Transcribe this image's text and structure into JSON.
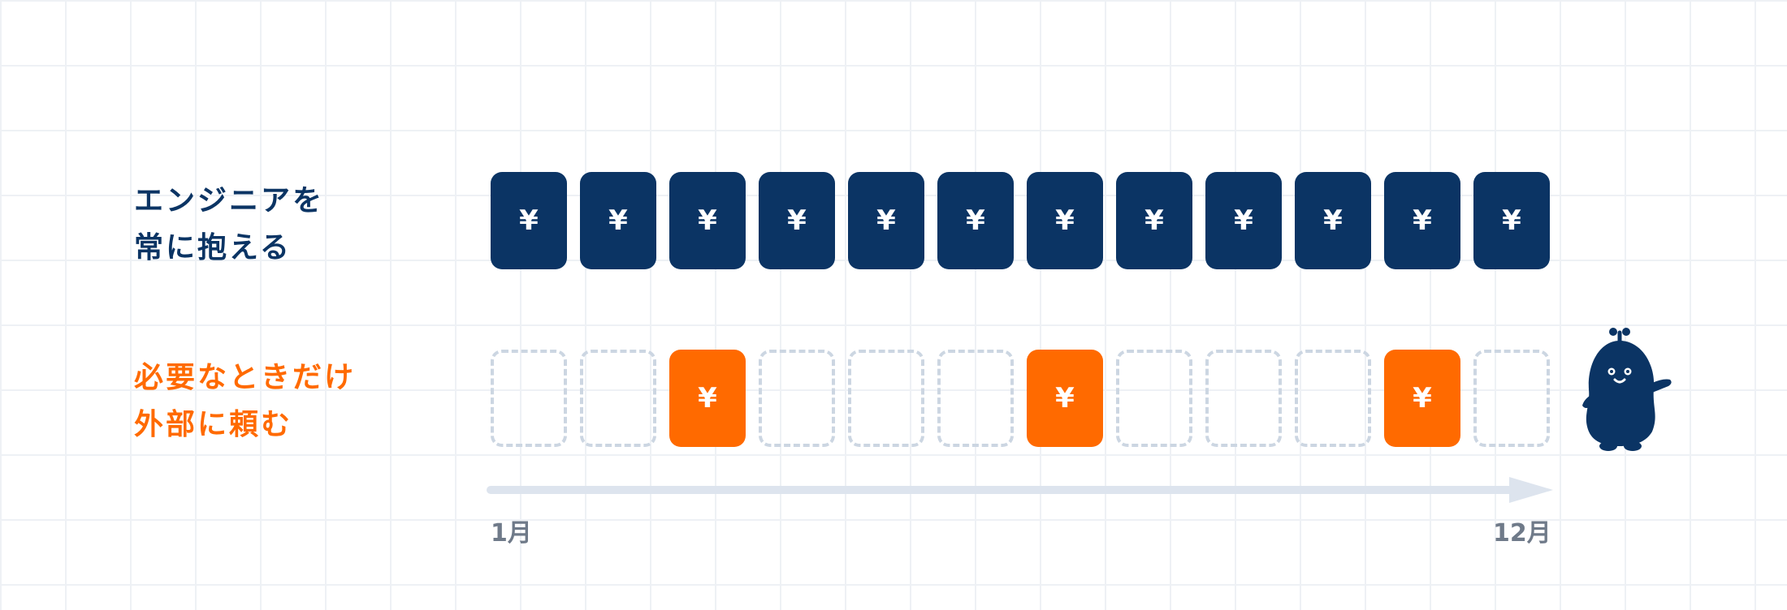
{
  "rows": [
    {
      "label_lines": [
        "エンジニアを",
        "常に抱える"
      ],
      "slots": [
        "paid",
        "paid",
        "paid",
        "paid",
        "paid",
        "paid",
        "paid",
        "paid",
        "paid",
        "paid",
        "paid",
        "paid"
      ]
    },
    {
      "label_lines": [
        "必要なときだけ",
        "外部に頼む"
      ],
      "slots": [
        "empty",
        "empty",
        "paid",
        "empty",
        "empty",
        "empty",
        "paid",
        "empty",
        "empty",
        "empty",
        "paid",
        "empty"
      ]
    }
  ],
  "yen_symbol": "¥",
  "timeline": {
    "start_label": "1月",
    "end_label": "12月"
  },
  "colors": {
    "navy": "#0b3464",
    "orange": "#ff6a00",
    "dashed_border": "#ccd6e2",
    "arrow": "#dde4ee",
    "month_text": "#6f7a89"
  },
  "mascot_icon": "navy-blob-mascot"
}
